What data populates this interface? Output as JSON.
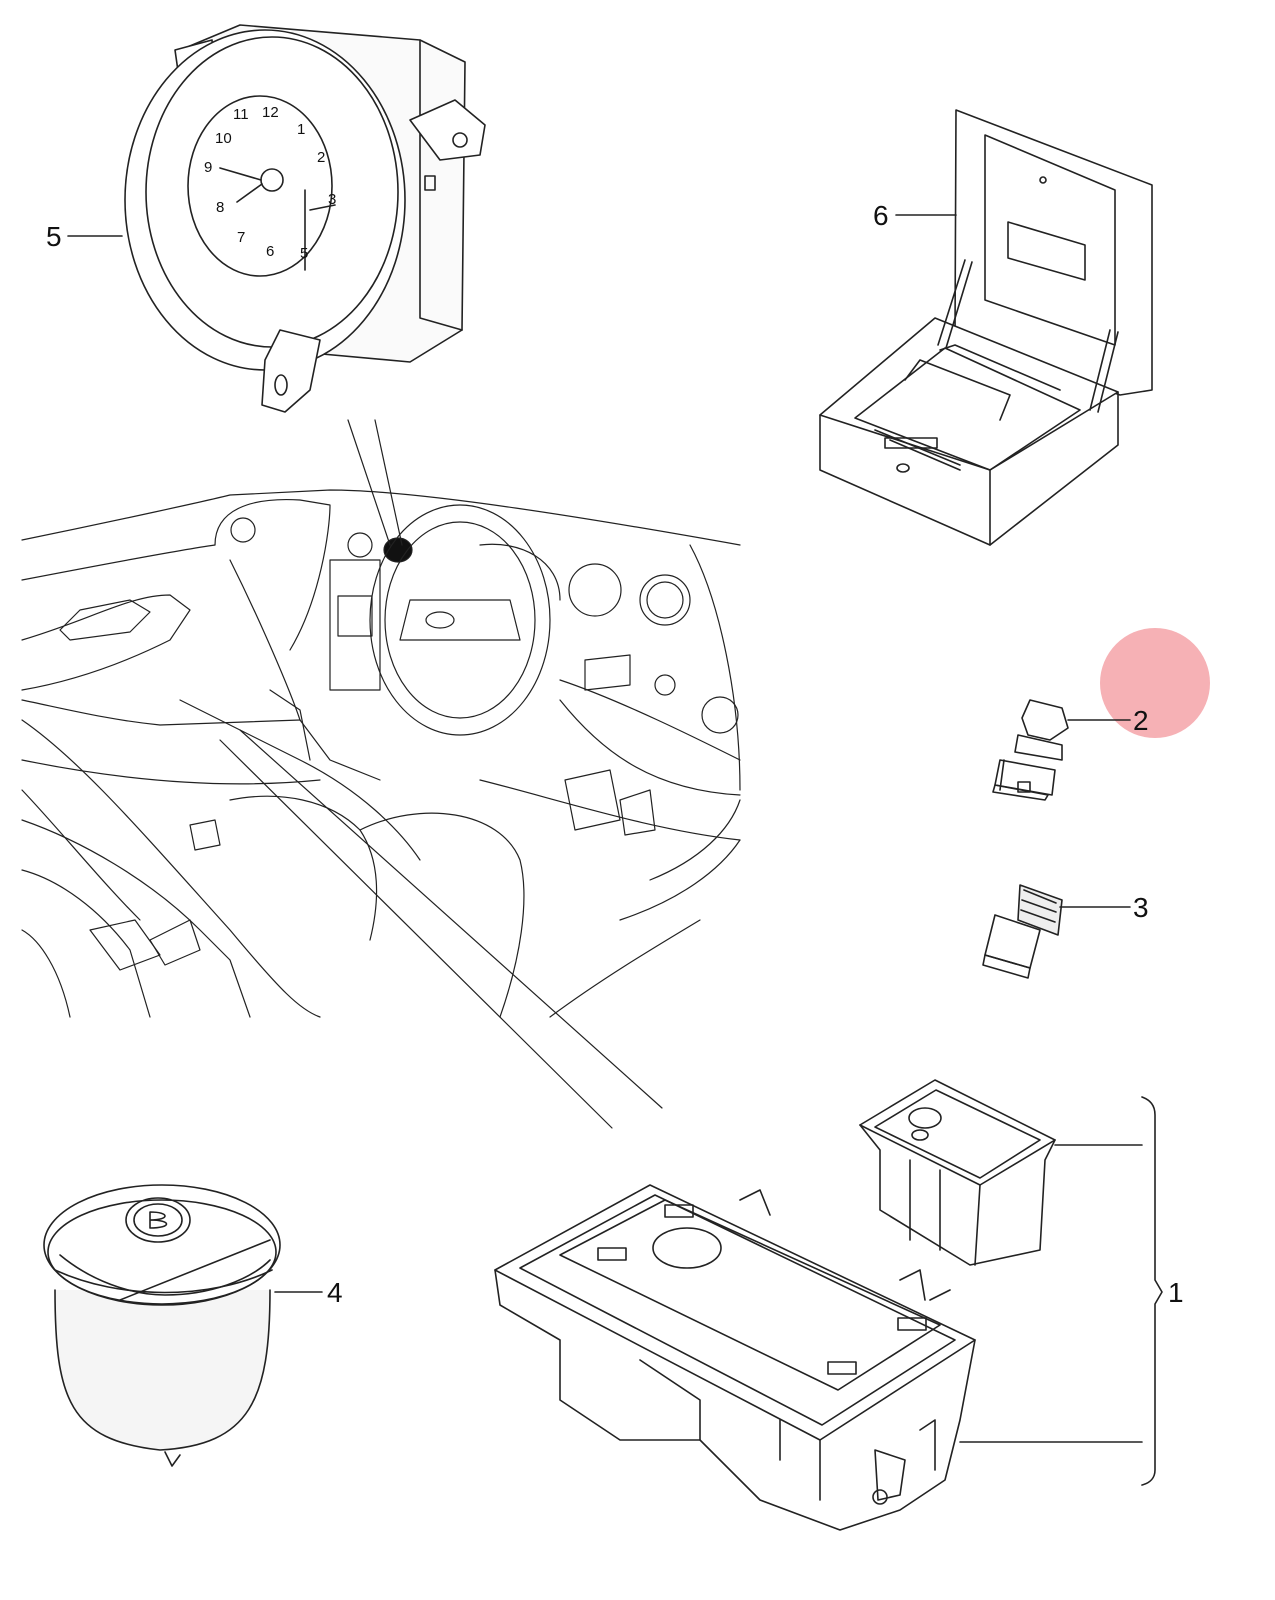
{
  "callouts": {
    "c1": "1",
    "c2": "2",
    "c3": "3",
    "c4": "4",
    "c5": "5",
    "c6": "6"
  },
  "clock_numerals": [
    "12",
    "1",
    "2",
    "3",
    "5",
    "6",
    "7",
    "8",
    "9",
    "10",
    "11"
  ],
  "colors": {
    "line": "#222222",
    "highlight": "#f4a3a8",
    "fill_light": "#f7f7f7"
  }
}
